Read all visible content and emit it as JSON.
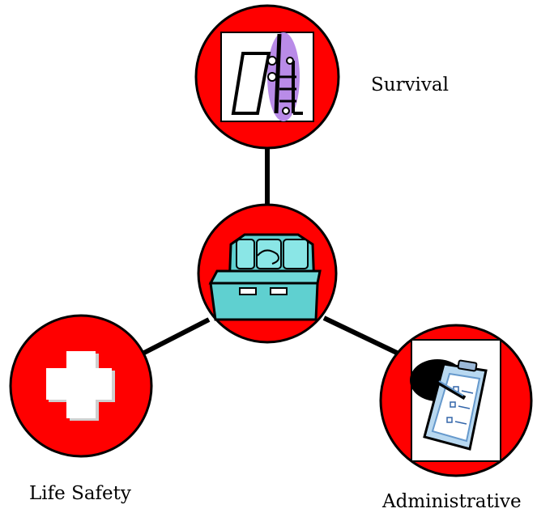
{
  "nodes": {
    "survival": {
      "label": "Survival",
      "icon": "door-and-ladder-icon"
    },
    "life_safety": {
      "label": "Life Safety",
      "icon": "white-cross-icon"
    },
    "administrative": {
      "label": "Administrative",
      "icon": "clipboard-checklist-icon"
    },
    "center": {
      "label": "",
      "icon": "toolbox-icon"
    }
  },
  "colors": {
    "node_fill": "#ff0000",
    "outline": "#000000",
    "connector": "#000000",
    "toolbox": "#5fd0d0",
    "clipboard": "#b8d8f0",
    "survival_accent": "#b98be8"
  }
}
